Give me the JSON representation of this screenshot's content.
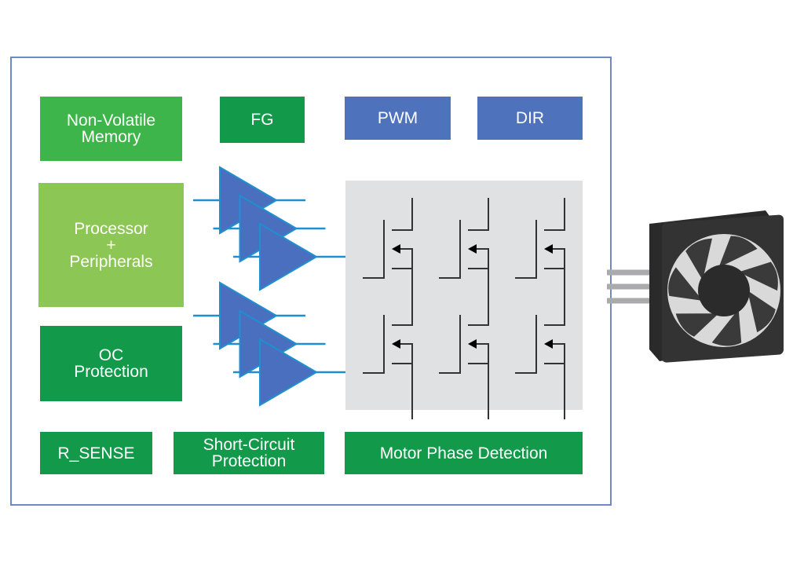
{
  "blocks": {
    "nvm": [
      "Non-Volatile",
      "Memory"
    ],
    "fg": "FG",
    "pwm": "PWM",
    "dir": "DIR",
    "processor": [
      "Processor",
      "+",
      "Peripherals"
    ],
    "oc": [
      "OC",
      "Protection"
    ],
    "rsense": "R_SENSE",
    "scp": [
      "Short-Circuit",
      "Protection"
    ],
    "mpd": "Motor Phase Detection"
  },
  "colors": {
    "dark_green": "#12994a",
    "medium_green": "#3db54a",
    "light_green": "#8cc654",
    "blue": "#4f72bd",
    "driver_blue": "#4a6fbf",
    "wire_blue": "#1f8fd0",
    "bridge_gray": "#dfe1e3"
  },
  "icons": {
    "drivers": "gate-driver-triangle-icon",
    "switches": "mosfet-icon",
    "fan": "fan-image"
  }
}
